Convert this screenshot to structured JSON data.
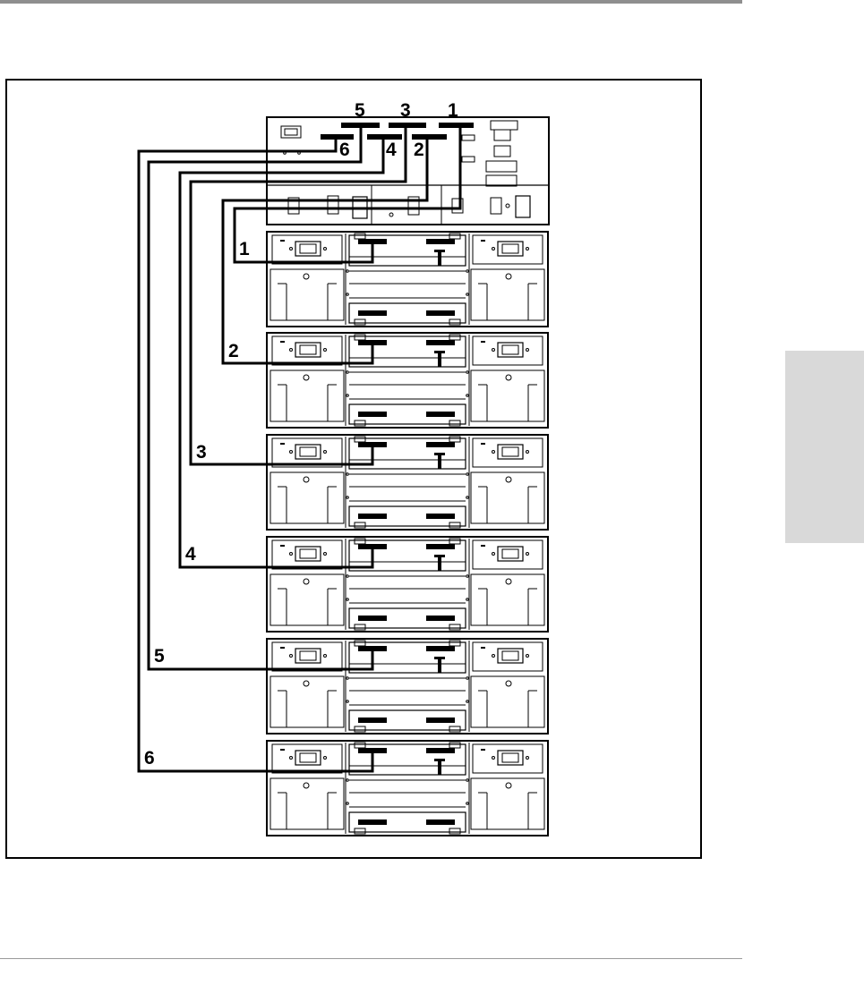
{
  "diagram": {
    "description_free": true,
    "controller_top_labels": [
      "5",
      "3",
      "1"
    ],
    "controller_bottom_labels": [
      "6",
      "4",
      "2"
    ],
    "cable_labels": [
      "1",
      "2",
      "3",
      "4",
      "5",
      "6"
    ],
    "enclosure_count": 6
  },
  "colors": {
    "line": "#000000",
    "page_rule": "#8f8f8f",
    "side_tab": "#d9d9d9"
  }
}
